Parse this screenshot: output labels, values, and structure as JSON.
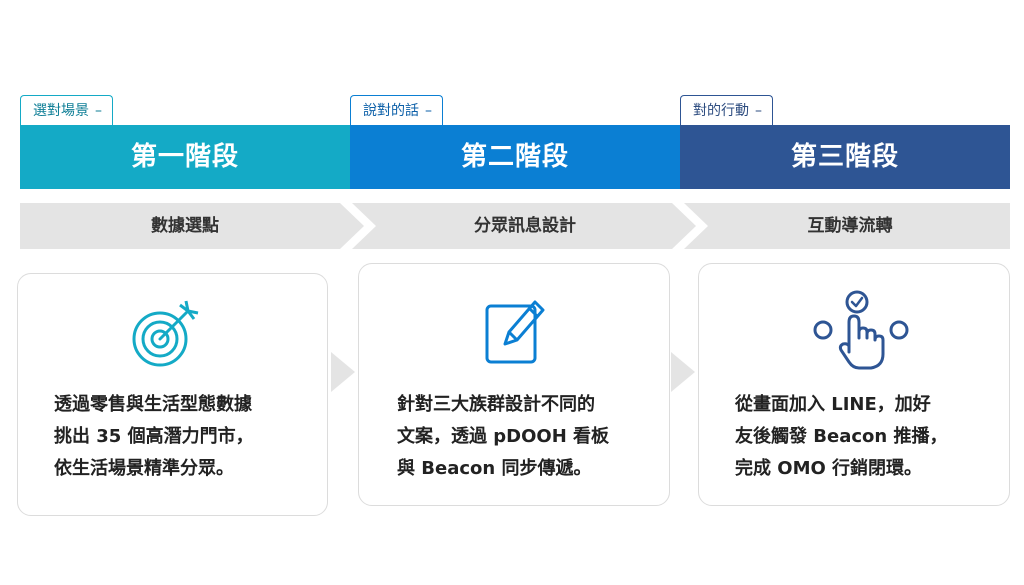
{
  "stages": [
    {
      "tag": "選對場景",
      "dash": "–",
      "title": "第一階段",
      "step": "數據選點",
      "color": "#14aac6",
      "icon": "target-icon",
      "lines": [
        "透過零售與生活型態數據",
        "挑出 35 個高潛力門市，",
        "依生活場景精準分眾。"
      ]
    },
    {
      "tag": "說對的話",
      "dash": "–",
      "title": "第二階段",
      "step": "分眾訊息設計",
      "color": "#0b7fd3",
      "icon": "edit-icon",
      "lines": [
        "針對三大族群設計不同的",
        "文案，透過 pDOOH 看板",
        "與 Beacon 同步傳遞。"
      ]
    },
    {
      "tag": "對的行動",
      "dash": "–",
      "title": "第三階段",
      "step": "互動導流轉",
      "color": "#2e5594",
      "icon": "touch-icon",
      "lines": [
        "從畫面加入 LINE，加好",
        "友後觸發 Beacon 推播，",
        "完成 OMO 行銷閉環。"
      ]
    }
  ]
}
